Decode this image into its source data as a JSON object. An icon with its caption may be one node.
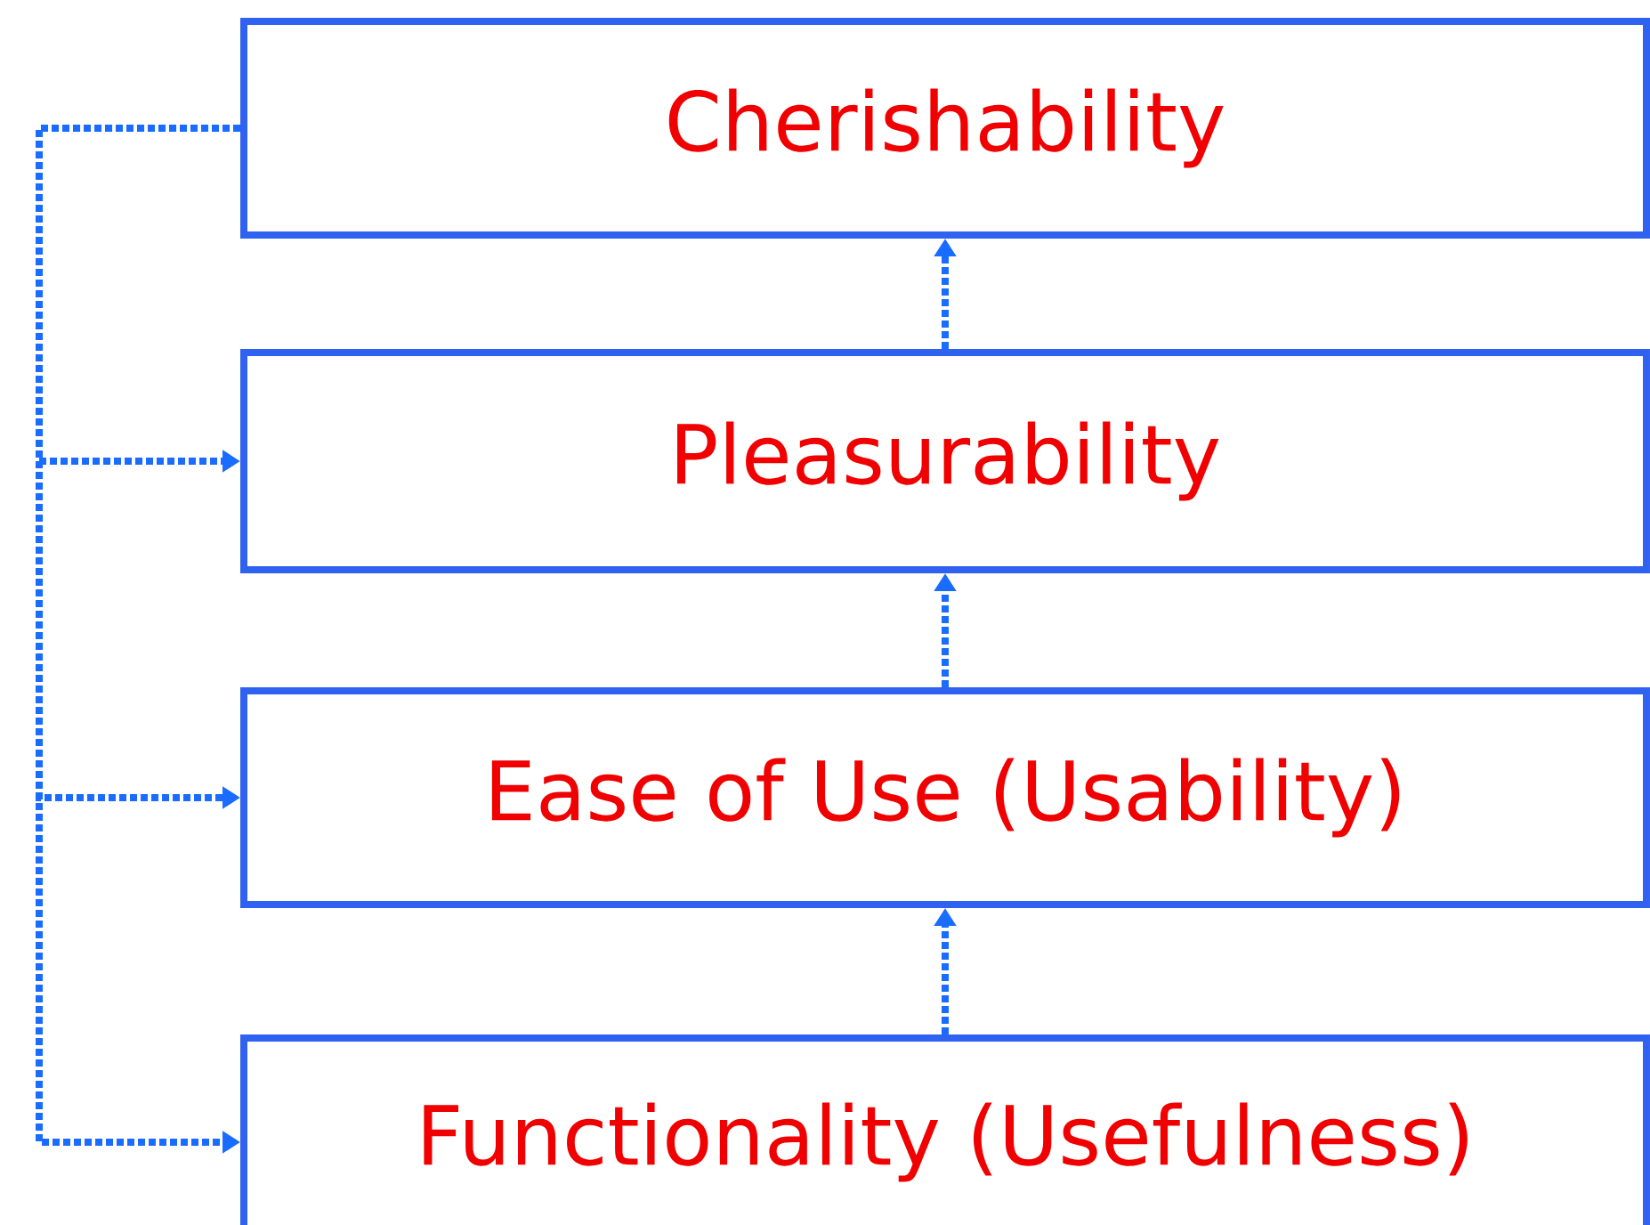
{
  "diagram": {
    "nodes": [
      {
        "text": [
          "Cherishability"
        ]
      },
      {
        "text": [
          "Pleasurability"
        ]
      },
      {
        "text": [
          "Ease of Use (Usability)"
        ]
      },
      {
        "text": [
          "Functionality (Usefulness)"
        ]
      }
    ],
    "edges": [
      {
        "from": 1,
        "to": 0,
        "arrow": "to"
      },
      {
        "from": 2,
        "to": 1,
        "arrow": "to"
      },
      {
        "from": 3,
        "to": 2,
        "arrow": "to"
      },
      {
        "from": 0,
        "to": 1,
        "arrow": "to"
      },
      {
        "from": 0,
        "to": 2,
        "arrow": "to"
      },
      {
        "from": 0,
        "to": 3,
        "arrow": "to"
      }
    ]
  }
}
